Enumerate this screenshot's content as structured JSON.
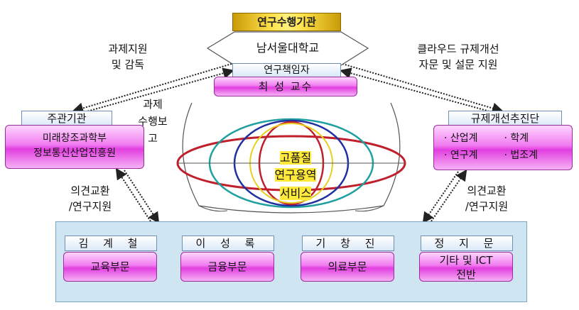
{
  "top": {
    "title": "연구수행기관",
    "university": "남서울대학교",
    "lead_title": "연구책임자",
    "lead_name": "최 성 교수"
  },
  "left_agency": {
    "title": "주관기관",
    "lines": [
      "미래창조과학부",
      "정보통신산업진흥원"
    ]
  },
  "right_agency": {
    "title": "규제개선추진단",
    "items": [
      "· 산업계",
      "· 학계",
      "· 연구계",
      "· 법조계"
    ]
  },
  "annotations": {
    "support_supervision": [
      "과제지원",
      "및 감독"
    ],
    "report": [
      "과제",
      "수행보",
      "고"
    ],
    "cloud_advice": [
      "클라우드 규제개선",
      "자문 및 설문 지원"
    ],
    "exchange_left": [
      "의견교환",
      "/연구지원"
    ],
    "exchange_right": [
      "의견교환",
      "/연구지원"
    ]
  },
  "center": {
    "lines": [
      "고품질",
      "연구용역",
      "서비스"
    ]
  },
  "departments": [
    {
      "person": "김 계 철",
      "dept": [
        "교육부문"
      ]
    },
    {
      "person": "이 성 록",
      "dept": [
        "금융부문"
      ]
    },
    {
      "person": "기 창 진",
      "dept": [
        "의료부문"
      ]
    },
    {
      "person": "정 지 문",
      "dept": [
        "기타 및 ICT",
        "전반"
      ]
    }
  ],
  "colors": {
    "gold": "#ffe14a",
    "magenta": "#e23ee0",
    "panel": "#cfe5f1",
    "ellipse_red": "#c0202c",
    "ellipse_blue": "#2030a0",
    "ellipse_teal": "#20a0a0",
    "ellipse_yellow": "#e8d020"
  }
}
